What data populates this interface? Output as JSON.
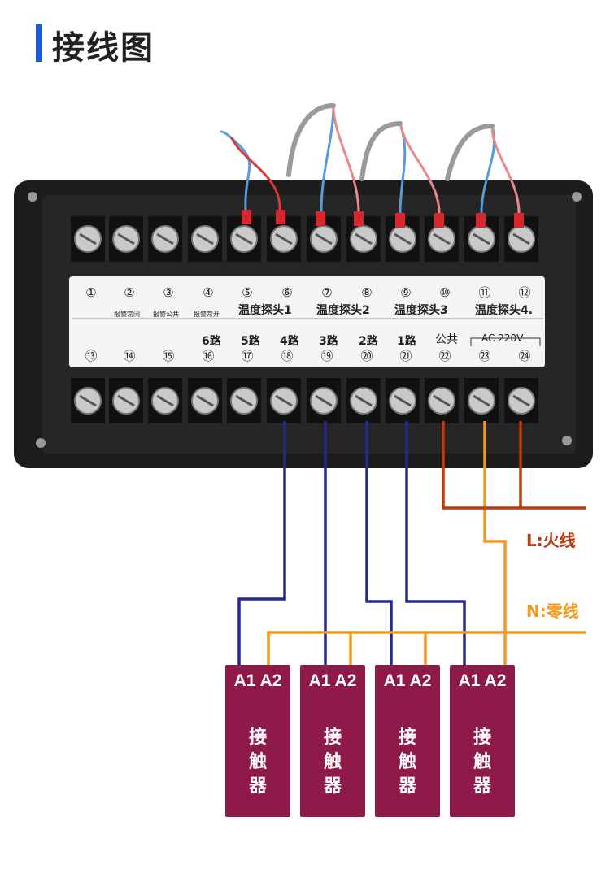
{
  "title": "接线图",
  "colors": {
    "accent": "#1f5ad8",
    "live_wire": "#c0390f",
    "neutral_wire": "#f39a1e",
    "signal_wire": "#24298a",
    "contactor": "#8e1a4a",
    "panel": "#1c1c1c",
    "label_strip": "#f4f4f4"
  },
  "top_labels": {
    "numbers": [
      "①",
      "②",
      "③",
      "④",
      "⑤",
      "⑥",
      "⑦",
      "⑧",
      "⑨",
      "⑩",
      "⑪",
      "⑫"
    ],
    "alarm_nc": "报警常闭",
    "alarm_com": "报警公共",
    "alarm_no": "报警常开",
    "probe1": "温度探头1",
    "probe2": "温度探头2",
    "probe3": "温度探头3",
    "probe4": "温度探头4."
  },
  "bottom_labels": {
    "numbers": [
      "⑬",
      "⑭",
      "⑮",
      "⑯",
      "⑰",
      "⑱",
      "⑲",
      "⑳",
      "㉑",
      "㉒",
      "㉓",
      "㉔"
    ],
    "ch6": "6路",
    "ch5": "5路",
    "ch4": "4路",
    "ch3": "3路",
    "ch2": "2路",
    "ch1": "1路",
    "common": "公共",
    "ac": "AC 220V"
  },
  "wires": {
    "live": "L:火线",
    "neutral": "N:零线"
  },
  "contactors": [
    {
      "pins": "A1 A2",
      "name": "接\n触\n器"
    },
    {
      "pins": "A1 A2",
      "name": "接\n触\n器"
    },
    {
      "pins": "A1 A2",
      "name": "接\n触\n器"
    },
    {
      "pins": "A1 A2",
      "name": "接\n触\n器"
    }
  ]
}
